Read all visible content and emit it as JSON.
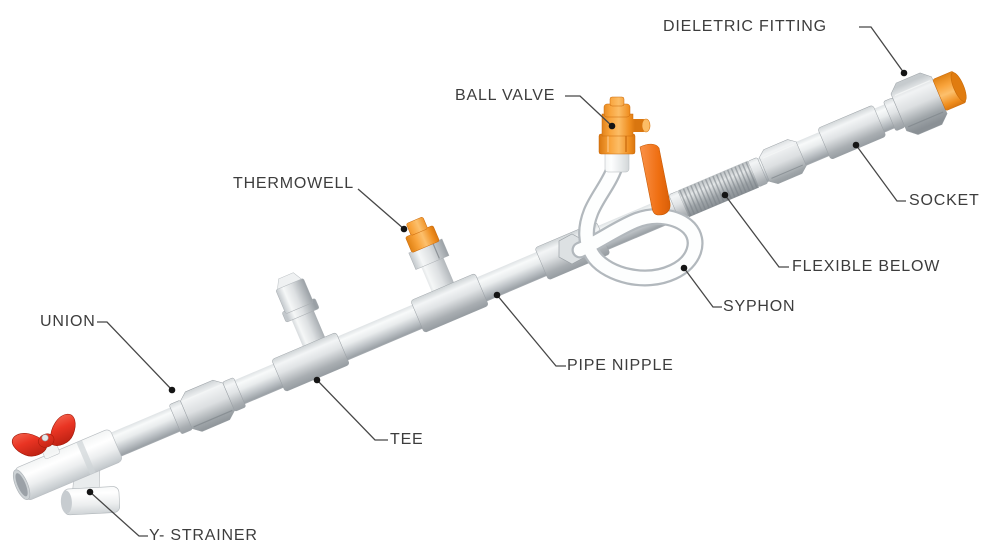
{
  "figure": {
    "type": "labeled-technical-diagram",
    "subject": "Isometric pipe assembly with plumbing fittings",
    "background": "#ffffff"
  },
  "labels": [
    {
      "id": "dieletric-fitting",
      "text": "DIELETRIC FITTING"
    },
    {
      "id": "ball-valve",
      "text": "BALL VALVE"
    },
    {
      "id": "thermowell",
      "text": "THERMOWELL"
    },
    {
      "id": "socket",
      "text": "SOCKET"
    },
    {
      "id": "flexible-below",
      "text": "FLEXIBLE BELOW"
    },
    {
      "id": "syphon",
      "text": "SYPHON"
    },
    {
      "id": "pipe-nipple",
      "text": "PIPE NIPPLE"
    },
    {
      "id": "union",
      "text": "UNION"
    },
    {
      "id": "tee",
      "text": "TEE"
    },
    {
      "id": "y-strainer",
      "text": "Y- STRAINER"
    }
  ],
  "colors": {
    "background": "#ffffff",
    "metal_light": "#f3f5f6",
    "metal_mid": "#c9ced1",
    "metal_dark": "#8f959a",
    "white_component": "#fdfdfd",
    "orange_fitting": "#f9a43c",
    "orange_handle": "#ef7012",
    "red_handle": "#e93423",
    "label_text": "#3d3d3d",
    "leader_line": "#474747"
  }
}
